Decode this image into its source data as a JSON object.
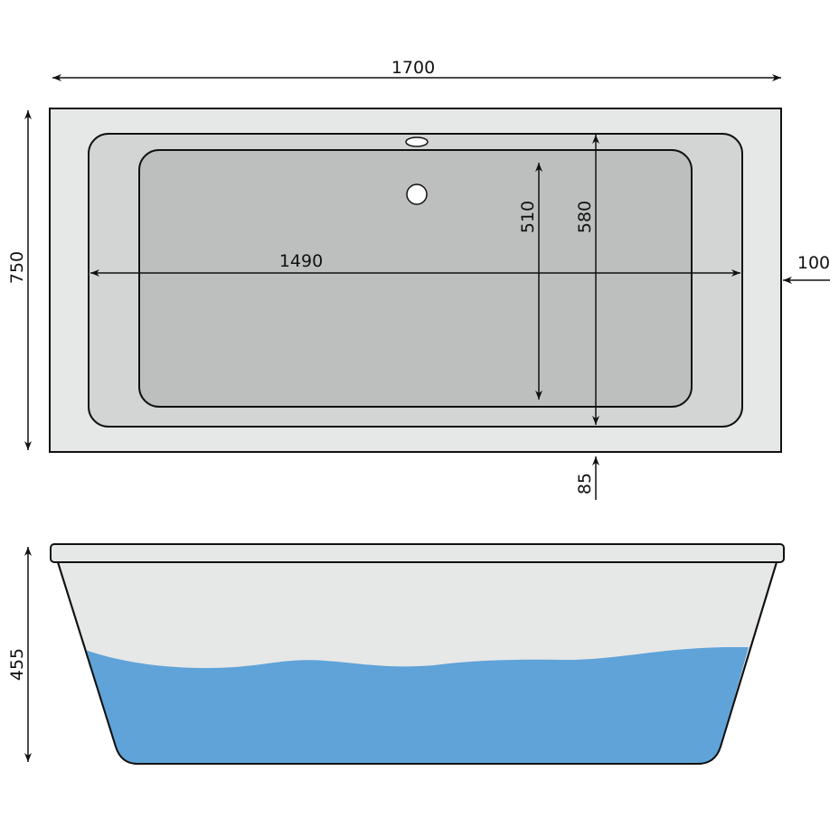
{
  "dimensions": {
    "overall_length": "1700",
    "overall_width": "750",
    "inner_length": "1490",
    "inner_width_bottom": "510",
    "inner_width_top": "580",
    "rim_side": "100",
    "rim_end": "85",
    "height": "455"
  },
  "colors": {
    "rim": "#e6e7e7",
    "basin_upper": "#d3d4d4",
    "basin_floor": "#bdbebe",
    "water": "#5fa3d8",
    "outline": "#111111"
  }
}
